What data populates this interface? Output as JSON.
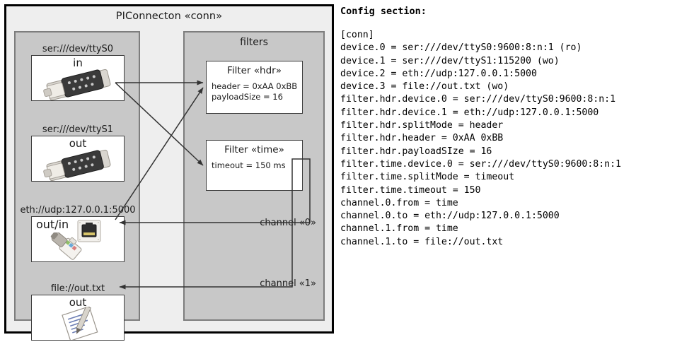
{
  "diagram": {
    "title": "PIConnecton «conn»",
    "devices_group": {
      "devices": [
        {
          "label": "ser:///dev/ttyS0",
          "direction": "in",
          "icon": "serial-port-icon"
        },
        {
          "label": "ser:///dev/ttyS1",
          "direction": "out",
          "icon": "serial-port-icon"
        },
        {
          "label": "eth://udp:127.0.0.1:5000",
          "direction": "out/in",
          "icon": "ethernet-jack-icon"
        },
        {
          "label": "file://out.txt",
          "direction": "out",
          "icon": "text-file-icon"
        }
      ]
    },
    "filters_group": {
      "title": "filters",
      "filters": [
        {
          "title": "Filter «hdr»",
          "attributes": [
            "header = 0xAA 0xBB",
            "payloadSize = 16"
          ]
        },
        {
          "title": "Filter «time»",
          "attributes": [
            "timeout = 150 ms"
          ]
        }
      ]
    },
    "channels": [
      {
        "label": "channel «0»"
      },
      {
        "label": "channel «1»"
      }
    ]
  },
  "config": {
    "heading": "Config section:",
    "text": "[conn]\ndevice.0 = ser:///dev/ttyS0:9600:8:n:1 (ro)\ndevice.1 = ser:///dev/ttyS1:115200 (wo)\ndevice.2 = eth://udp:127.0.0.1:5000\ndevice.3 = file://out.txt (wo)\nfilter.hdr.device.0 = ser:///dev/ttyS0:9600:8:n:1\nfilter.hdr.device.1 = eth://udp:127.0.0.1:5000\nfilter.hdr.splitMode = header\nfilter.hdr.header = 0xAA 0xBB\nfilter.hdr.payloadSIze = 16\nfilter.time.device.0 = ser:///dev/ttyS0:9600:8:n:1\nfilter.time.splitMode = timeout\nfilter.time.timeout = 150\nchannel.0.from = time\nchannel.0.to = eth://udp:127.0.0.1:5000\nchannel.1.from = time\nchannel.1.to = file://out.txt"
  },
  "colors": {
    "canvas": "#ffffff",
    "frame_fill": "#eeeeee",
    "group_fill": "#c8c8c8",
    "group_border": "#7d7d7d",
    "card_fill": "#ffffff",
    "card_border": "#3d3d3d",
    "connector": "#333333",
    "text": "#1a1a1a"
  }
}
